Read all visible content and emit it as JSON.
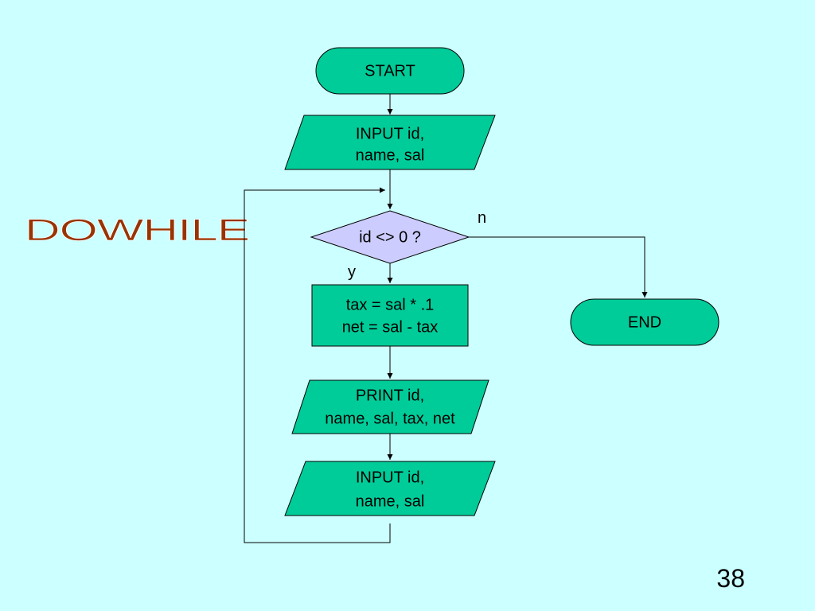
{
  "title": "DOWHILE",
  "page_number": "38",
  "colors": {
    "background": "#ccffff",
    "process_fill": "#00cc99",
    "decision_fill": "#ccccff",
    "title_text": "#993300",
    "stroke": "#000000"
  },
  "nodes": {
    "start": {
      "label": "START"
    },
    "input1": {
      "lines": [
        "INPUT id,",
        "name, sal"
      ]
    },
    "decision": {
      "label": "id <> 0 ?"
    },
    "calc": {
      "lines": [
        "tax = sal * .1",
        "net = sal - tax"
      ]
    },
    "print": {
      "lines": [
        "PRINT id,",
        "name, sal, tax, net"
      ]
    },
    "input2": {
      "lines": [
        "INPUT id,",
        "name, sal"
      ]
    },
    "end": {
      "label": "END"
    }
  },
  "edge_labels": {
    "yes": "y",
    "no": "n"
  }
}
